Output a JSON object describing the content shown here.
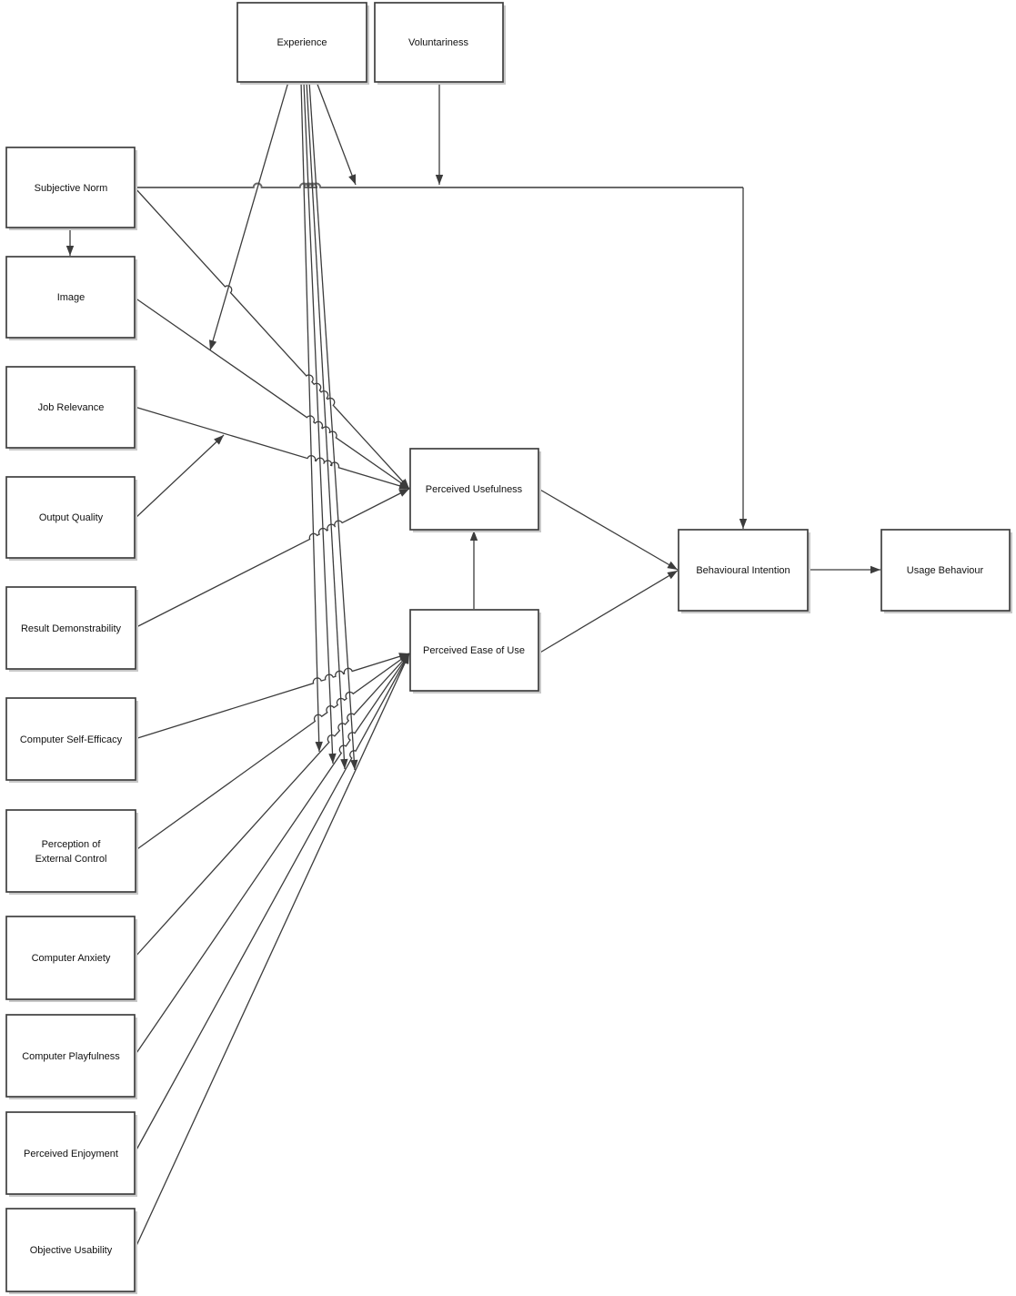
{
  "nodes": {
    "experience": {
      "label": "Experience"
    },
    "voluntariness": {
      "label": "Voluntariness"
    },
    "subjective_norm": {
      "label": "Subjective Norm"
    },
    "image": {
      "label": "Image"
    },
    "job_relevance": {
      "label": "Job Relevance"
    },
    "output_quality": {
      "label": "Output Quality"
    },
    "result_demonstrability": {
      "label": "Result Demonstrability"
    },
    "computer_self_efficacy": {
      "label": "Computer Self-Efficacy"
    },
    "perception_external_control": {
      "label": "Perception of External Control",
      "lines": [
        "Perception of",
        "External Control"
      ]
    },
    "computer_anxiety": {
      "label": "Computer Anxiety"
    },
    "computer_playfulness": {
      "label": "Computer Playfulness"
    },
    "perceived_enjoyment": {
      "label": "Perceived Enjoyment"
    },
    "objective_usability": {
      "label": "Objective Usability"
    },
    "perceived_usefulness": {
      "label": "Perceived Usefulness"
    },
    "perceived_ease_of_use": {
      "label": "Perceived Ease of Use"
    },
    "behavioural_intention": {
      "label": "Behavioural Intention"
    },
    "usage_behaviour": {
      "label": "Usage Behaviour"
    }
  },
  "edges": [
    {
      "id": "e_sn_img",
      "from": "subjective_norm",
      "to": "image",
      "type": "direct"
    },
    {
      "id": "e_sn_pu",
      "from": "subjective_norm",
      "to": "perceived_usefulness",
      "type": "direct"
    },
    {
      "id": "e_sn_bi",
      "from": "subjective_norm",
      "to": "behavioural_intention",
      "type": "direct"
    },
    {
      "id": "e_img_pu",
      "from": "image",
      "to": "perceived_usefulness",
      "type": "direct"
    },
    {
      "id": "e_jr_pu",
      "from": "job_relevance",
      "to": "perceived_usefulness",
      "type": "direct"
    },
    {
      "id": "e_rd_pu",
      "from": "result_demonstrability",
      "to": "perceived_usefulness",
      "type": "direct"
    },
    {
      "id": "e_cse_peou",
      "from": "computer_self_efficacy",
      "to": "perceived_ease_of_use",
      "type": "direct"
    },
    {
      "id": "e_pec_peou",
      "from": "perception_external_control",
      "to": "perceived_ease_of_use",
      "type": "direct"
    },
    {
      "id": "e_canx_peou",
      "from": "computer_anxiety",
      "to": "perceived_ease_of_use",
      "type": "direct"
    },
    {
      "id": "e_cplay_peou",
      "from": "computer_playfulness",
      "to": "perceived_ease_of_use",
      "type": "direct"
    },
    {
      "id": "e_enj_peou",
      "from": "perceived_enjoyment",
      "to": "perceived_ease_of_use",
      "type": "direct"
    },
    {
      "id": "e_ou_peou",
      "from": "objective_usability",
      "to": "perceived_ease_of_use",
      "type": "direct"
    },
    {
      "id": "e_peou_pu",
      "from": "perceived_ease_of_use",
      "to": "perceived_usefulness",
      "type": "direct"
    },
    {
      "id": "e_pu_bi",
      "from": "perceived_usefulness",
      "to": "behavioural_intention",
      "type": "direct"
    },
    {
      "id": "e_peou_bi",
      "from": "perceived_ease_of_use",
      "to": "behavioural_intention",
      "type": "direct"
    },
    {
      "id": "e_bi_ub",
      "from": "behavioural_intention",
      "to": "usage_behaviour",
      "type": "direct"
    },
    {
      "id": "m_exp_imgpu",
      "from": "experience",
      "to_edge": "e_img_pu",
      "type": "moderation"
    },
    {
      "id": "m_exp_snbi",
      "from": "experience",
      "to_edge": "e_sn_bi",
      "type": "moderation"
    },
    {
      "id": "m_vol_snbi",
      "from": "voluntariness",
      "to_edge": "e_sn_bi",
      "type": "moderation"
    },
    {
      "id": "m_exp_canx",
      "from": "experience",
      "to_edge": "e_canx_peou",
      "type": "moderation"
    },
    {
      "id": "m_exp_cplay",
      "from": "experience",
      "to_edge": "e_cplay_peou",
      "type": "moderation"
    },
    {
      "id": "m_exp_enj",
      "from": "experience",
      "to_edge": "e_enj_peou",
      "type": "moderation"
    },
    {
      "id": "m_exp_ou",
      "from": "experience",
      "to_edge": "e_ou_peou",
      "type": "moderation"
    },
    {
      "id": "m_oq_jrpu",
      "from": "output_quality",
      "to_edge": "e_jr_pu",
      "type": "moderation"
    }
  ],
  "colors": {
    "line": "#3c3c3c",
    "thick_line": "#6a6a6a",
    "box_border": "#3f3f3f",
    "box_fill": "#ffffff",
    "box_shadow": "#c8c8c8",
    "text": "#111111",
    "background": "#ffffff"
  }
}
